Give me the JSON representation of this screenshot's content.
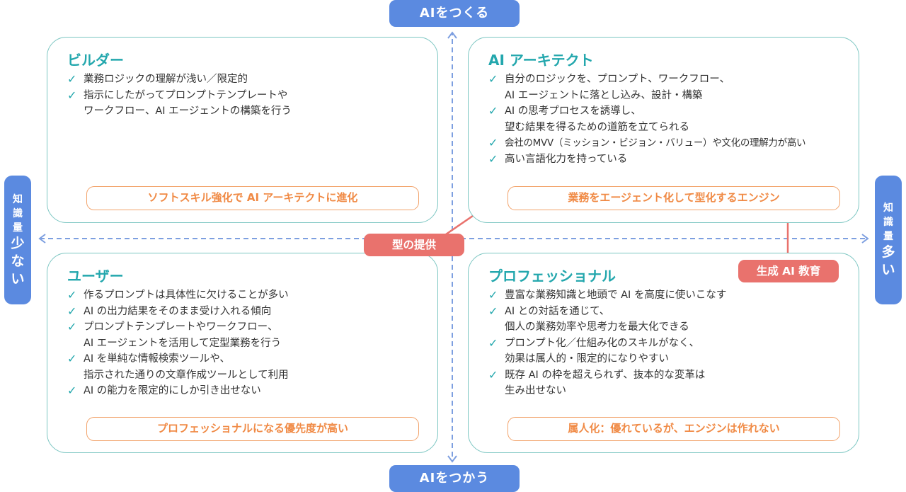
{
  "axes": {
    "top": "AIをつくる",
    "bottom": "AIをつかう",
    "left_line1": "知",
    "left_line2": "識",
    "left_line3": "量",
    "left_big": [
      "少",
      "な",
      "い"
    ],
    "right_line1": "知",
    "right_line2": "識",
    "right_line3": "量",
    "right_big": [
      "多",
      "い"
    ]
  },
  "quadrants": {
    "builder": {
      "title": "ビルダー",
      "items": [
        [
          "業務ロジックの理解が浅い／限定的"
        ],
        [
          "指示にしたがってプロンプトテンプレートや",
          "ワークフロー、AI エージェントの構築を行う"
        ]
      ],
      "callout": "ソフトスキル強化で AI アーキテクトに進化"
    },
    "architect": {
      "title": "AI アーキテクト",
      "items": [
        [
          "自分のロジックを、プロンプト、ワークフロー、",
          "AI エージェントに落とし込み、設計・構築"
        ],
        [
          "AI の思考プロセスを誘導し、",
          "望む結果を得るための道筋を立てられる"
        ],
        [
          "会社のMVV（ミッション・ビジョン・バリュー）や文化の理解力が高い"
        ],
        [
          "高い言語化力を持っている"
        ]
      ],
      "callout": "業務をエージェント化して型化するエンジン"
    },
    "user": {
      "title": "ユーザー",
      "items": [
        [
          "作るプロンプトは具体性に欠けることが多い"
        ],
        [
          "AI の出力結果をそのまま受け入れる傾向"
        ],
        [
          "プロンプトテンプレートやワークフロー、",
          "AI エージェントを活用して定型業務を行う"
        ],
        [
          "AI を単純な情報検索ツールや、",
          "指示された通りの文章作成ツールとして利用"
        ],
        [
          "AI の能力を限定的にしか引き出せない"
        ]
      ],
      "callout": "プロフェッショナルになる優先度が高い"
    },
    "professional": {
      "title": "プロフェッショナル",
      "items": [
        [
          "豊富な業務知識と地頭で AI を高度に使いこなす"
        ],
        [
          "AI との対話を通じて、",
          "個人の業務効率や思考力を最大化できる"
        ],
        [
          "プロンプト化／仕組み化のスキルがなく、",
          "効果は属人的・限定的になりやすい"
        ],
        [
          "既存 AI の枠を超えられず、抜本的な変革は",
          "生み出せない"
        ]
      ],
      "callout": "属人化：優れているが、エンジンは作れない"
    }
  },
  "tags": {
    "kata": "型の提供",
    "education": "生成 AI 教育"
  },
  "check_glyph": "✓",
  "icons": {
    "check": "checkmark-icon"
  },
  "colors": {
    "teal": "#23a7ad",
    "border": "#7cc6c2",
    "orange": "#f08a45",
    "blue": "#5b8ae0",
    "coral": "#e9726d"
  }
}
